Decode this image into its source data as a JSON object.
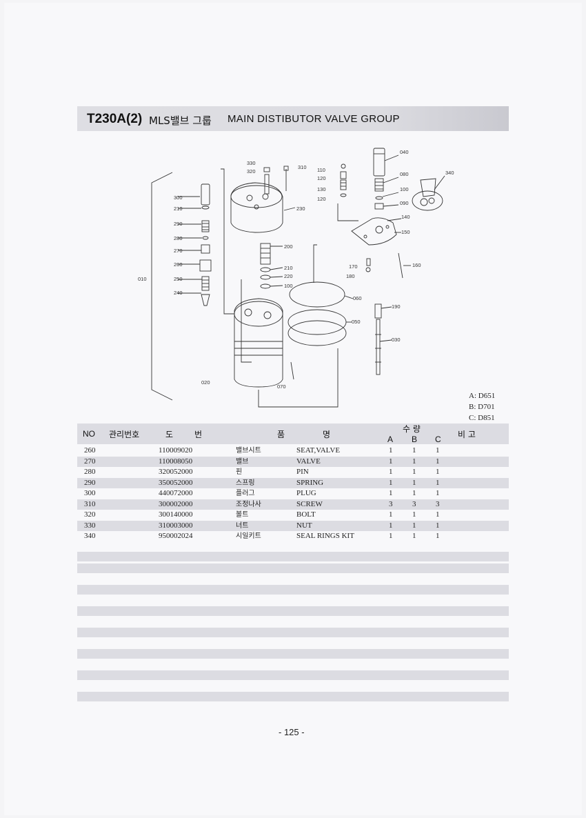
{
  "header": {
    "code": "T230A(2)",
    "title_kr": "MLS밸브 그룹",
    "title_en": "MAIN DISTIBUTOR VALVE GROUP"
  },
  "diagram": {
    "callouts": [
      "330",
      "320",
      "310",
      "110",
      "120",
      "130",
      "120",
      "040",
      "080",
      "340",
      "100",
      "090",
      "140",
      "150",
      "300",
      "210",
      "230",
      "290",
      "280",
      "270",
      "200",
      "260",
      "210",
      "220",
      "100",
      "170",
      "180",
      "160",
      "010",
      "250",
      "240",
      "060",
      "190",
      "050",
      "030",
      "020",
      "070"
    ]
  },
  "variants": [
    "A: D651",
    "B: D701",
    "C: D851"
  ],
  "table": {
    "headers": {
      "no": "NO",
      "mgmt": "관리번호",
      "drawing_1": "도",
      "drawing_2": "번",
      "name_1": "품",
      "name_2": "명",
      "qty": "수 량",
      "a": "A",
      "b": "B",
      "c": "C",
      "remark": "비 고"
    },
    "rows": [
      {
        "no": "260",
        "part": "110009020",
        "kr": "밸브시트",
        "en": "SEAT,VALVE",
        "a": "1",
        "b": "1",
        "c": "1"
      },
      {
        "no": "270",
        "part": "110008050",
        "kr": "밸브",
        "en": "VALVE",
        "a": "1",
        "b": "1",
        "c": "1"
      },
      {
        "no": "280",
        "part": "320052000",
        "kr": "핀",
        "en": "PIN",
        "a": "1",
        "b": "1",
        "c": "1"
      },
      {
        "no": "290",
        "part": "350052000",
        "kr": "스프링",
        "en": "SPRING",
        "a": "1",
        "b": "1",
        "c": "1"
      },
      {
        "no": "300",
        "part": "440072000",
        "kr": "플러그",
        "en": "PLUG",
        "a": "1",
        "b": "1",
        "c": "1"
      },
      {
        "no": "310",
        "part": "300002000",
        "kr": "조정나사",
        "en": "SCREW",
        "a": "3",
        "b": "3",
        "c": "3"
      },
      {
        "no": "320",
        "part": "300140000",
        "kr": "볼트",
        "en": "BOLT",
        "a": "1",
        "b": "1",
        "c": "1"
      },
      {
        "no": "330",
        "part": "310003000",
        "kr": "너트",
        "en": "NUT",
        "a": "1",
        "b": "1",
        "c": "1"
      },
      {
        "no": "340",
        "part": "950002024",
        "kr": "시일키트",
        "en": "SEAL RINGS KIT",
        "a": "1",
        "b": "1",
        "c": "1"
      }
    ]
  },
  "footer": {
    "page_number": "- 125 -"
  }
}
